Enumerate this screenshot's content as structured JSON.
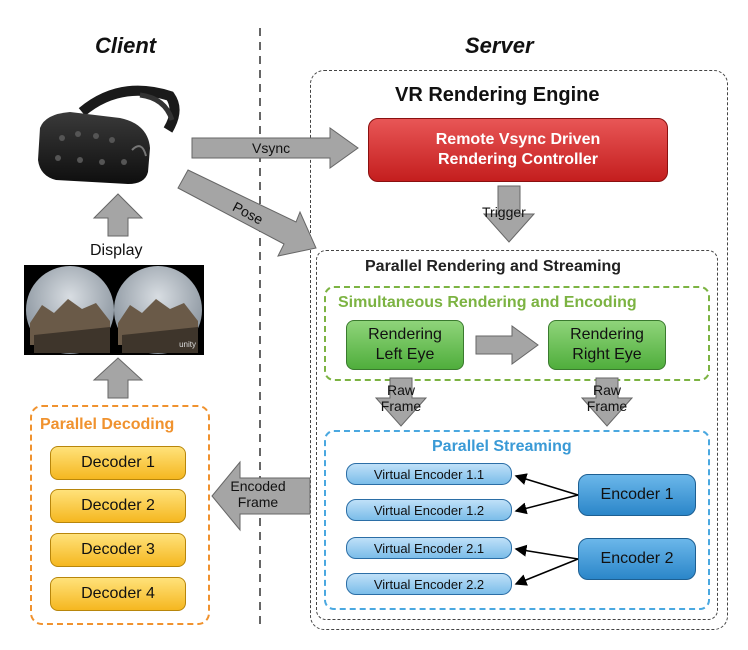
{
  "headers": {
    "client": "Client",
    "server": "Server"
  },
  "engine": {
    "title": "VR Rendering Engine",
    "controller": "Remote Vsync Driven\nRendering Controller",
    "parallel_title": "Parallel Rendering and Streaming",
    "sim_title": "Simultaneous Rendering and Encoding",
    "render_left": "Rendering\nLeft Eye",
    "render_right": "Rendering\nRight Eye",
    "streaming_title": "Parallel Streaming",
    "virtual_encoders": [
      "Virtual Encoder 1.1",
      "Virtual Encoder 1.2",
      "Virtual Encoder 2.1",
      "Virtual Encoder 2.2"
    ],
    "encoders": [
      "Encoder 1",
      "Encoder 2"
    ]
  },
  "client": {
    "decoding_title": "Parallel Decoding",
    "decoders": [
      "Decoder 1",
      "Decoder 2",
      "Decoder 3",
      "Decoder 4"
    ],
    "display_label": "Display",
    "unity_label": "unity"
  },
  "arrows": {
    "vsync": "Vsync",
    "pose": "Pose",
    "trigger": "Trigger",
    "raw_frame": "Raw\nFrame",
    "encoded_frame": "Encoded\nFrame"
  },
  "colors": {
    "controller": "#d32f2f",
    "render_green": "#6cc257",
    "sim_border": "#7cb342",
    "streaming_border": "#4aa8e0",
    "encoder_blue": "#3a93d6",
    "decoder_yellow": "#f7c531",
    "decoding_border": "#f0922e",
    "arrow_gray": "#9e9e9e"
  }
}
